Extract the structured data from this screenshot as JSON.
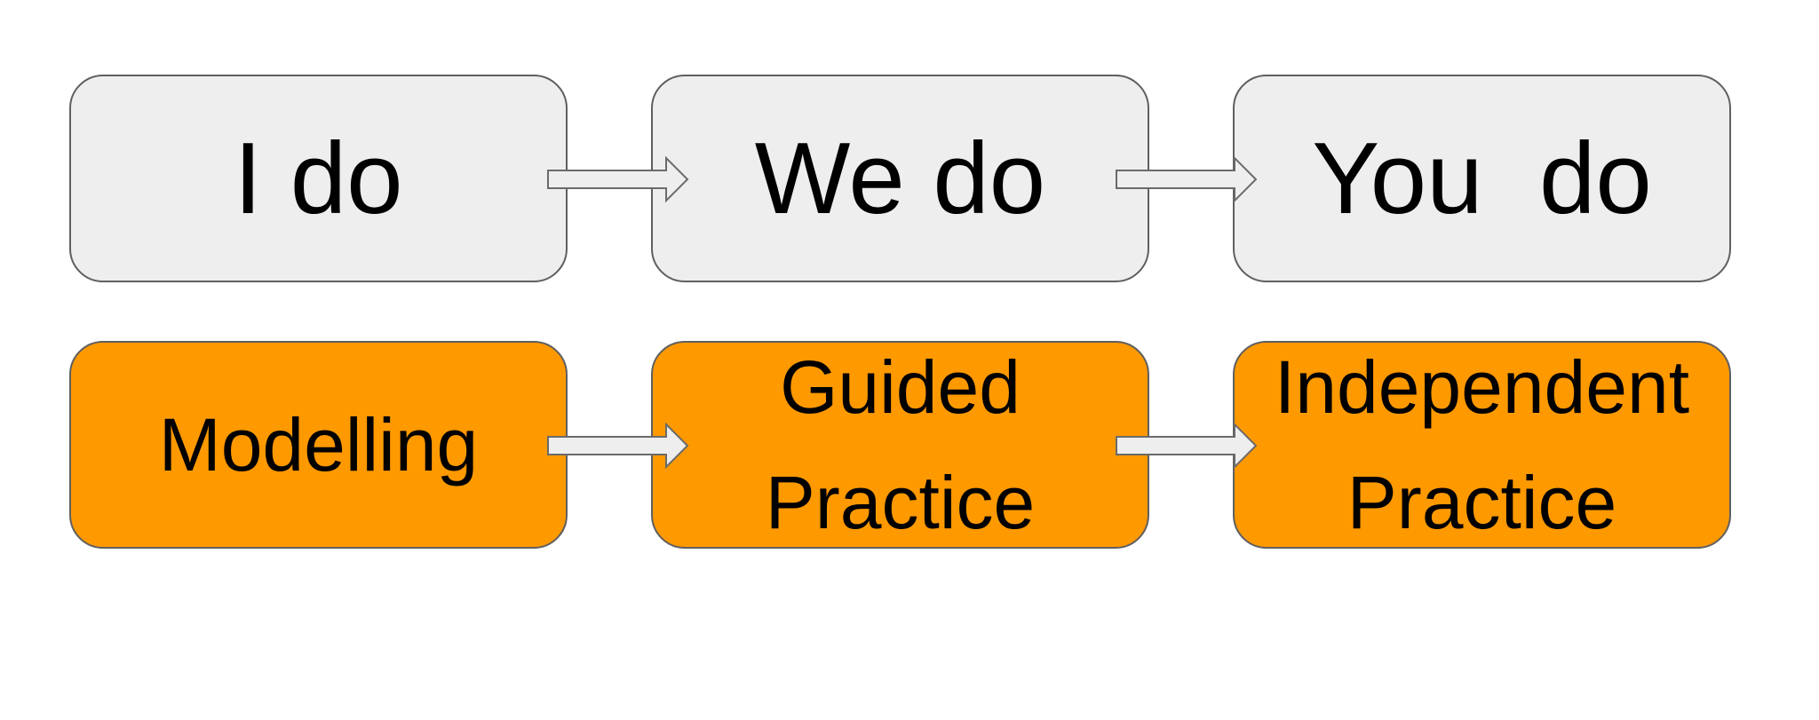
{
  "row_top": [
    {
      "label": "I do"
    },
    {
      "label": "We do"
    },
    {
      "label": "You  do"
    }
  ],
  "row_bottom": [
    {
      "lines": [
        "Modelling"
      ]
    },
    {
      "lines": [
        "Guided",
        "Practice"
      ]
    },
    {
      "lines": [
        "Independent",
        "Practice"
      ]
    }
  ],
  "colors": {
    "top_fill": "#eeeeee",
    "bottom_fill": "#ff9900",
    "border": "#5f5f5f",
    "arrow_fill": "#eeeeee"
  },
  "arrows": [
    "right-arrow-icon",
    "right-arrow-icon",
    "right-arrow-icon",
    "right-arrow-icon"
  ]
}
